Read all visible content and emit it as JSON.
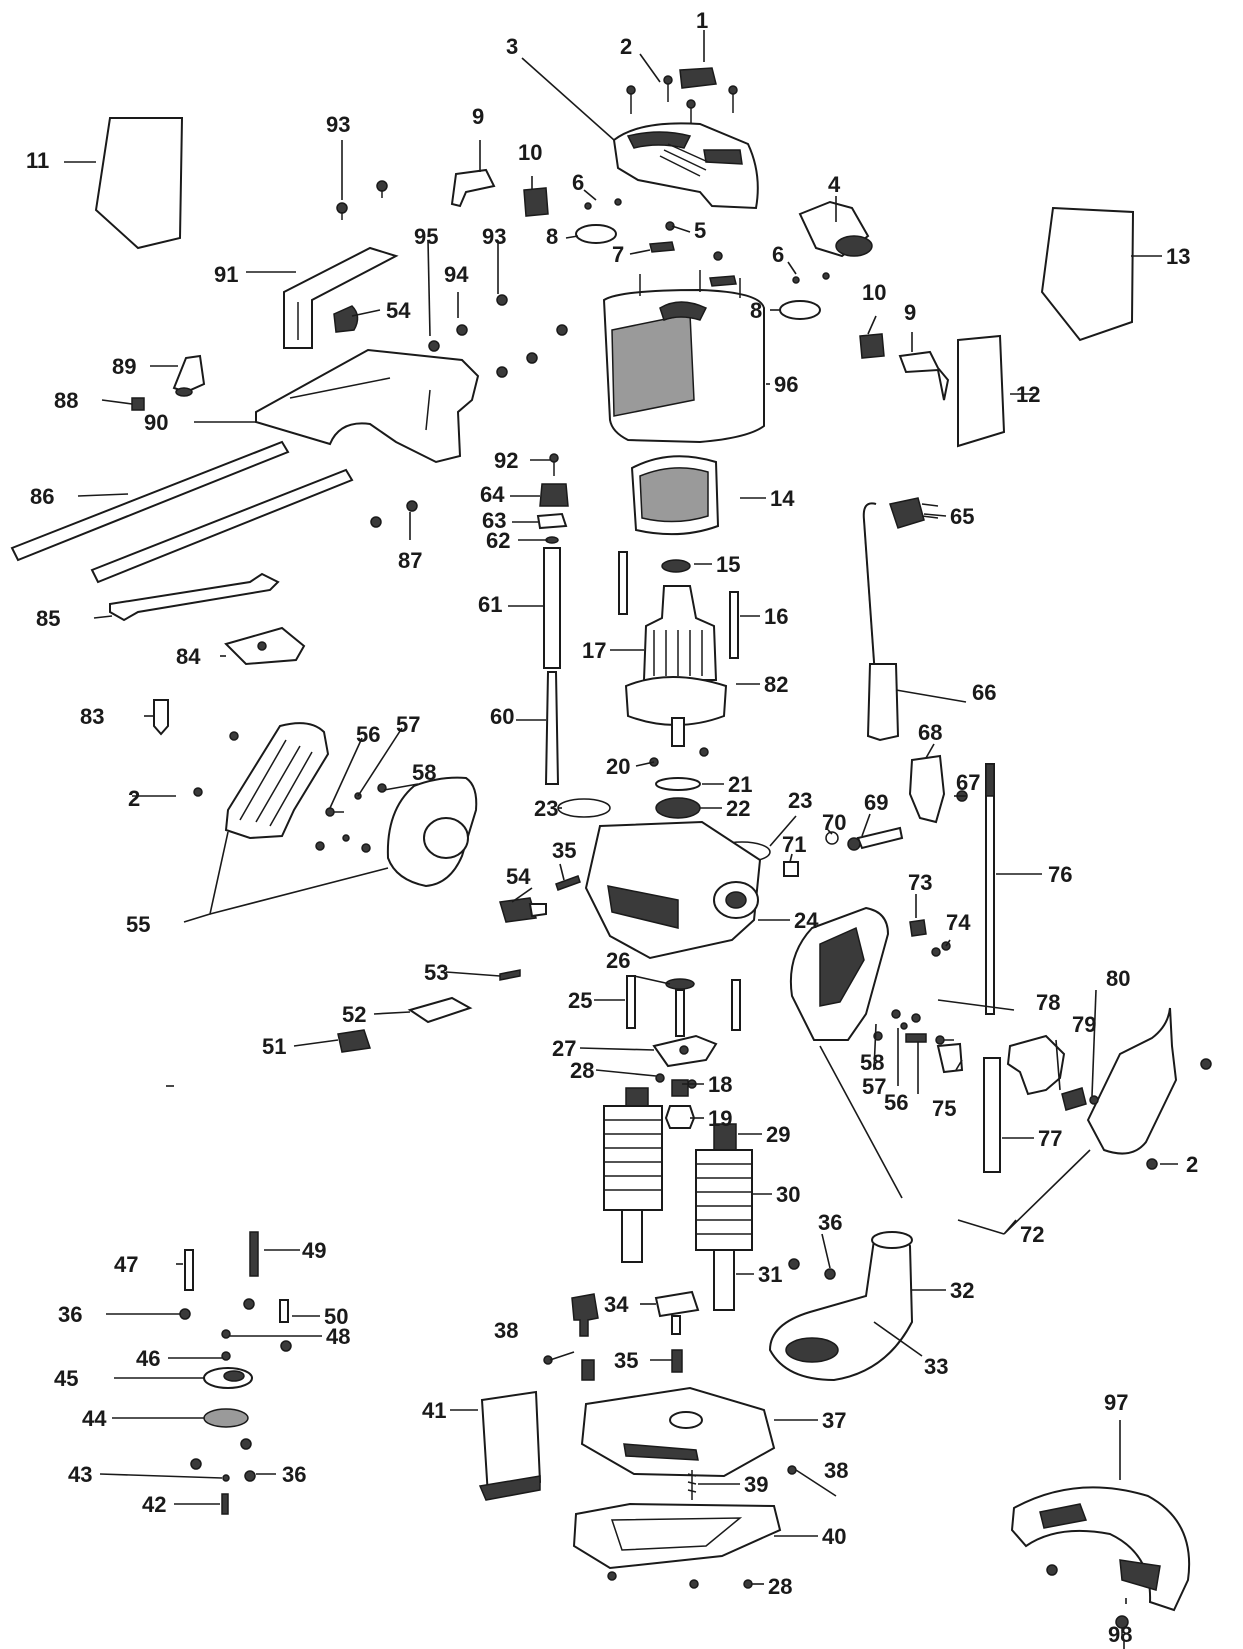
{
  "labels": [
    "1",
    "2",
    "3",
    "4",
    "5",
    "6",
    "7",
    "8",
    "9",
    "10",
    "11",
    "12",
    "13",
    "14",
    "15",
    "16",
    "17",
    "18",
    "19",
    "20",
    "21",
    "22",
    "23",
    "24",
    "25",
    "26",
    "27",
    "28",
    "29",
    "30",
    "31",
    "32",
    "33",
    "34",
    "35",
    "36",
    "37",
    "38",
    "39",
    "40",
    "41",
    "42",
    "43",
    "44",
    "45",
    "46",
    "47",
    "48",
    "49",
    "50",
    "51",
    "52",
    "53",
    "54",
    "55",
    "56",
    "57",
    "58",
    "60",
    "61",
    "62",
    "63",
    "64",
    "65",
    "66",
    "67",
    "68",
    "69",
    "70",
    "71",
    "72",
    "73",
    "74",
    "75",
    "76",
    "77",
    "78",
    "79",
    "80",
    "82",
    "83",
    "84",
    "85",
    "86",
    "87",
    "88",
    "89",
    "90",
    "91",
    "92",
    "93",
    "94",
    "95",
    "96",
    "97",
    "98"
  ]
}
